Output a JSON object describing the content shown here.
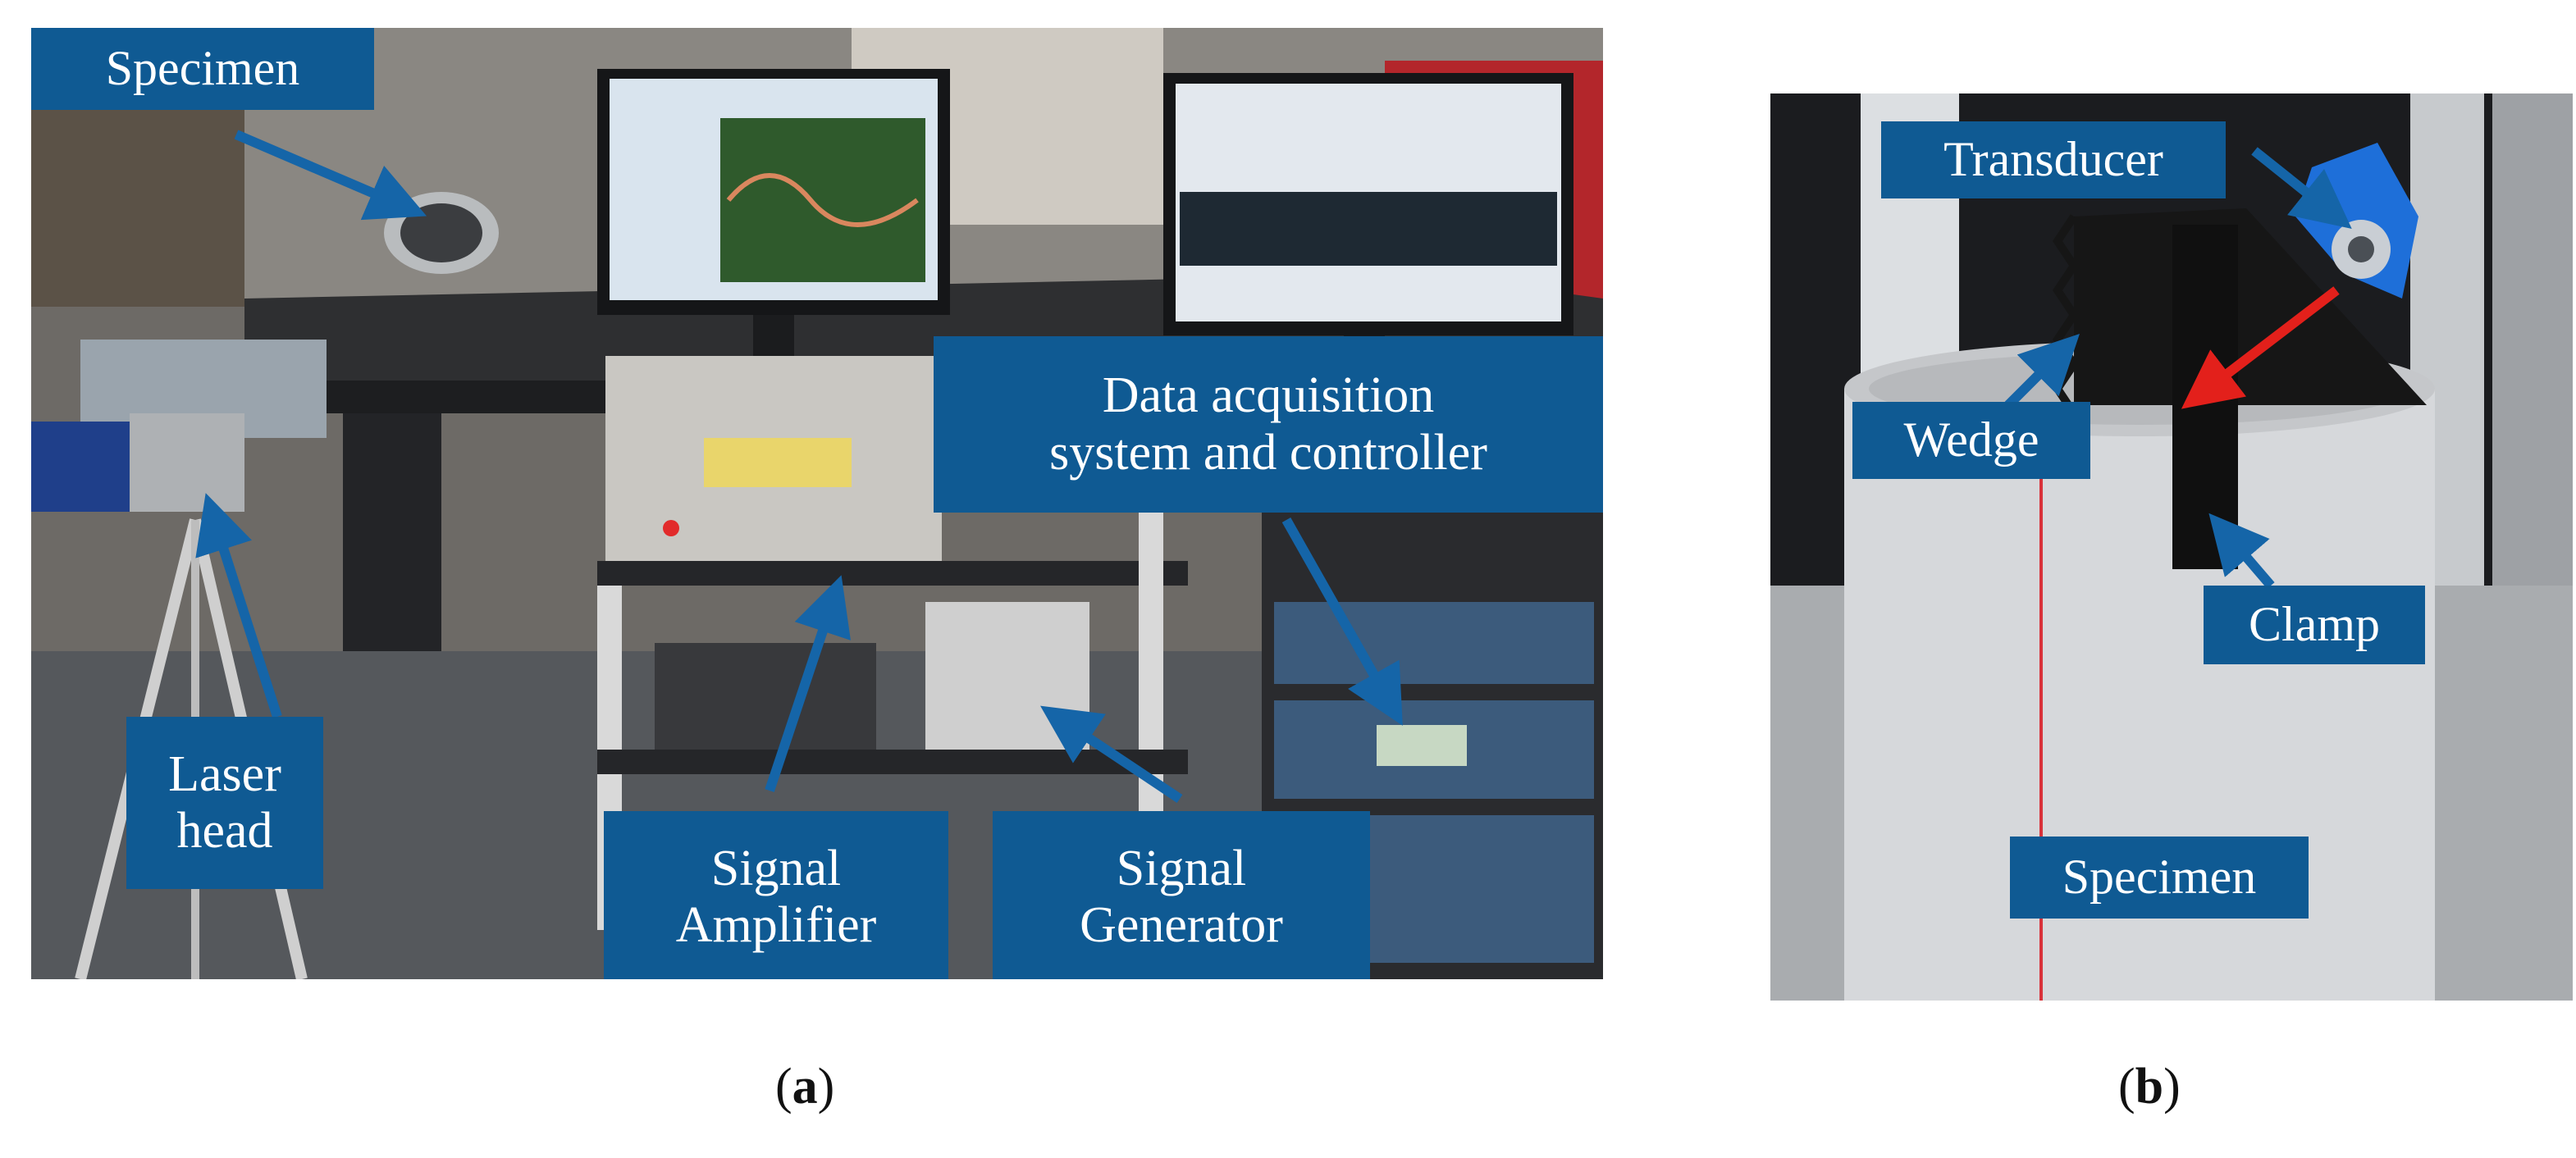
{
  "panel_a": {
    "labels": {
      "specimen": "Specimen",
      "laser_head": "Laser\nhead",
      "signal_amplifier": "Signal\nAmplifier",
      "signal_generator": "Signal\nGenerator",
      "daq": "Data acquisition\nsystem and controller"
    },
    "caption_letter": "a"
  },
  "panel_b": {
    "labels": {
      "transducer": "Transducer",
      "wedge": "Wedge",
      "clamp": "Clamp",
      "specimen": "Specimen"
    },
    "caption_letter": "b"
  },
  "colors": {
    "label_bg": "#0f5a93",
    "label_text": "#ffffff",
    "arrow_blue": "#1565a8",
    "arrow_red": "#e3201b",
    "transducer_blue": "#1e6fd9"
  }
}
